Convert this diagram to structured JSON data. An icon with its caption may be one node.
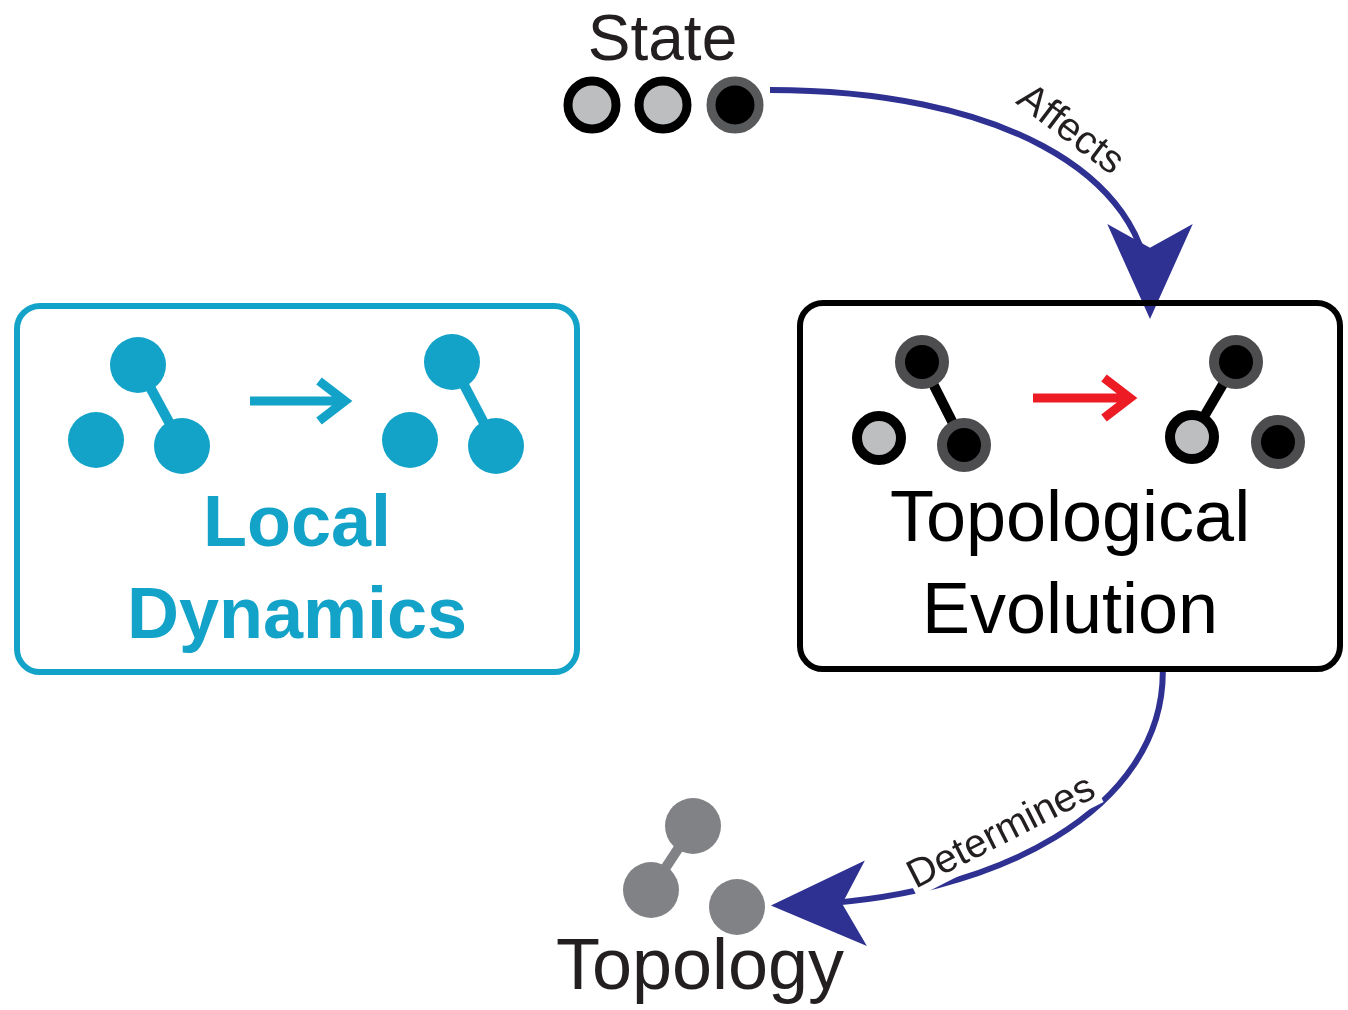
{
  "diagram": {
    "nodes": [
      {
        "text": [
          "State"
        ]
      },
      {
        "text": [
          "Local Dynamics"
        ]
      },
      {
        "text": [
          "Topological Evolution"
        ]
      },
      {
        "text": [
          "Topology"
        ]
      }
    ],
    "edges": [
      {
        "from": 0,
        "to": 2,
        "arrow": "to",
        "label": "Affects"
      },
      {
        "from": 2,
        "to": 3,
        "arrow": "to",
        "label": "Determines"
      }
    ]
  }
}
